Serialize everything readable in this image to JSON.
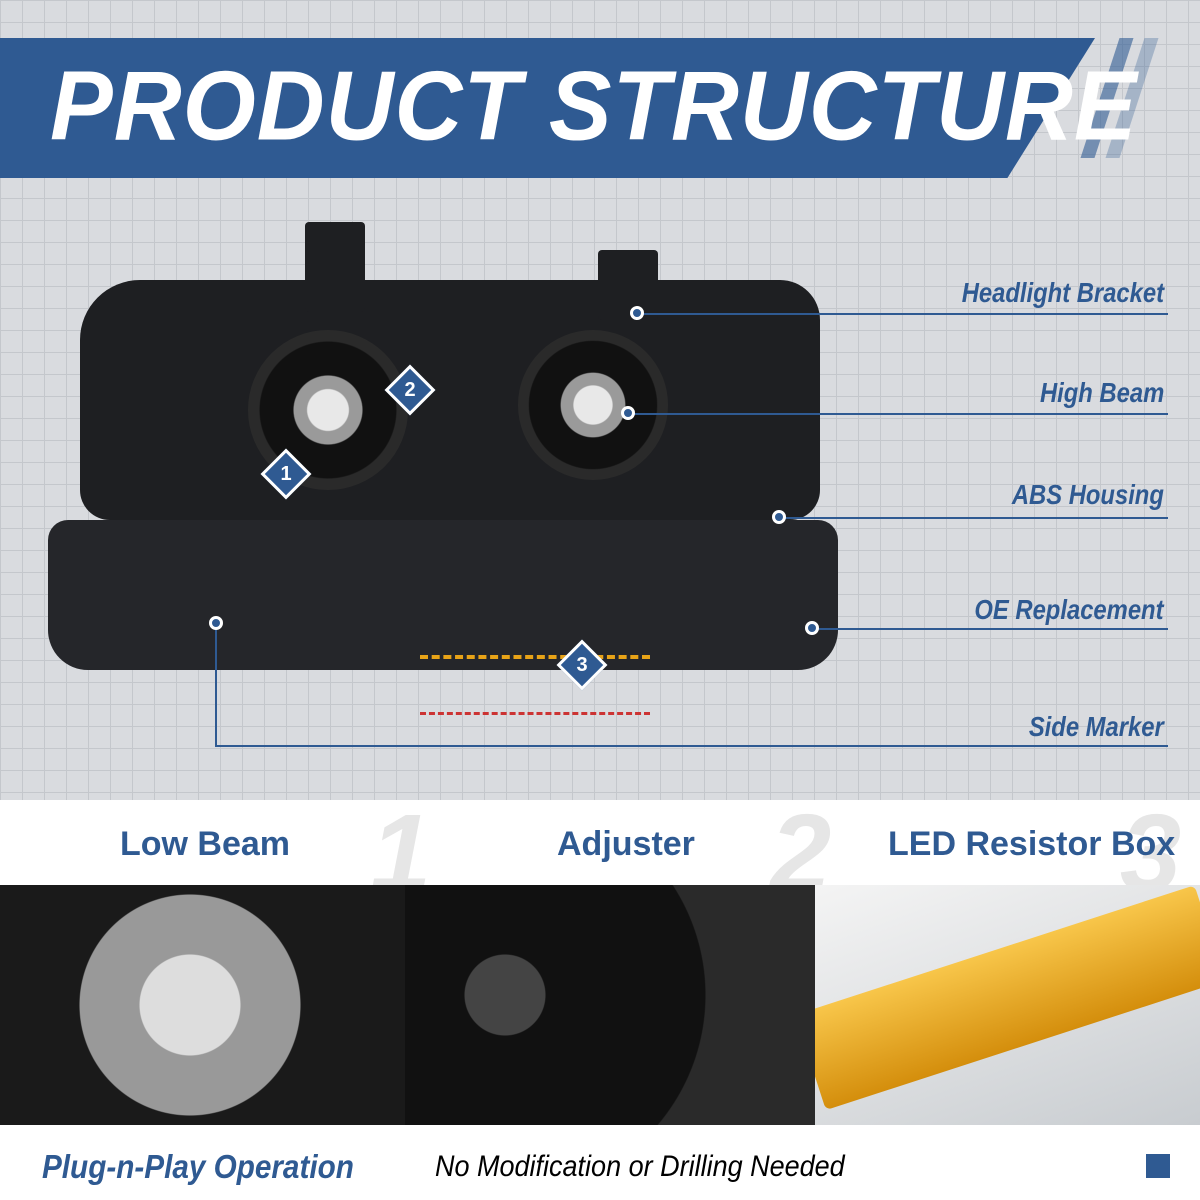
{
  "header": {
    "title": "PRODUCT STRUCTURE"
  },
  "callouts": [
    {
      "label": "Headlight Bracket"
    },
    {
      "label": "High Beam"
    },
    {
      "label": "ABS Housing"
    },
    {
      "label": "OE Replacement"
    },
    {
      "label": "Side Marker"
    }
  ],
  "badges": [
    "1",
    "2",
    "3"
  ],
  "details": [
    {
      "number": "1",
      "label": "Low Beam"
    },
    {
      "number": "2",
      "label": "Adjuster"
    },
    {
      "number": "3",
      "label": "LED Resistor Box"
    }
  ],
  "footer": {
    "main": "Plug-n-Play Operation",
    "sub": "No Modification or Drilling Needed"
  },
  "colors": {
    "accent": "#2f5a92",
    "resistor": "#e8a317"
  }
}
